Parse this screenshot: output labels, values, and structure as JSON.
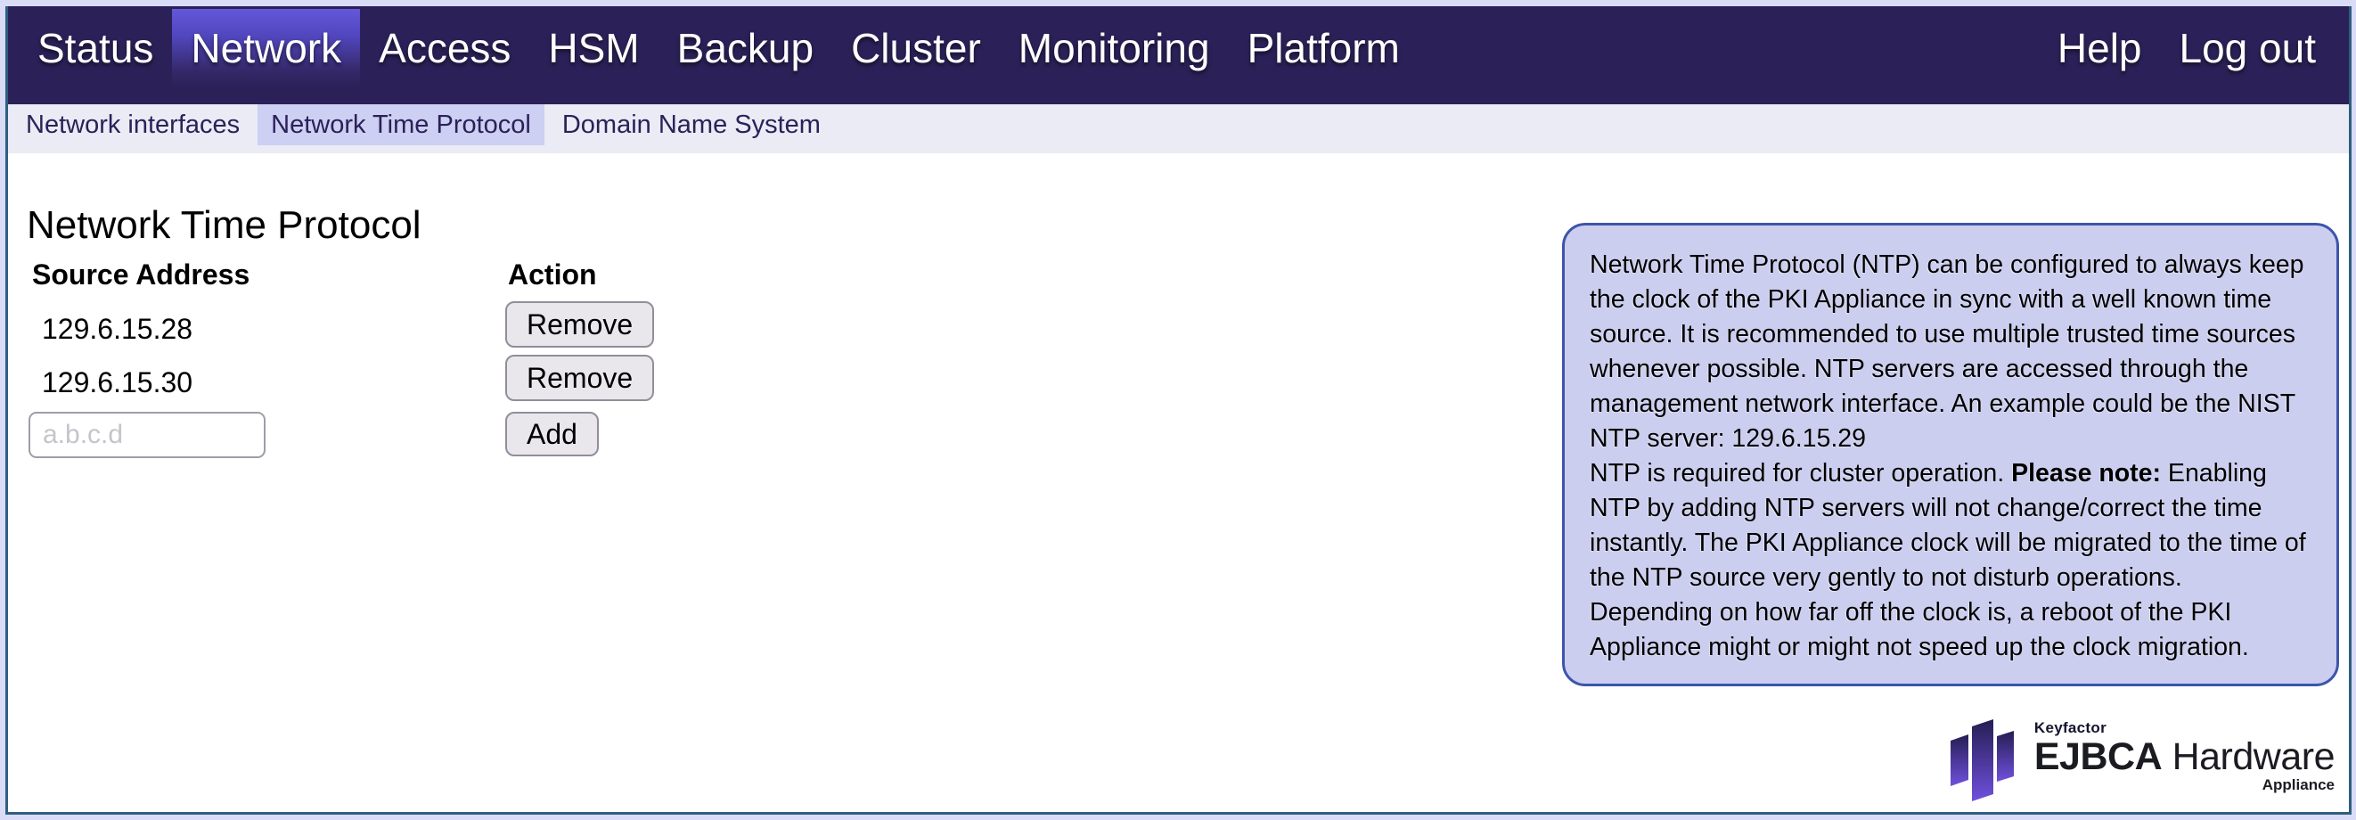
{
  "nav": {
    "items": [
      {
        "label": "Status"
      },
      {
        "label": "Network"
      },
      {
        "label": "Access"
      },
      {
        "label": "HSM"
      },
      {
        "label": "Backup"
      },
      {
        "label": "Cluster"
      },
      {
        "label": "Monitoring"
      },
      {
        "label": "Platform"
      }
    ],
    "help_label": "Help",
    "logout_label": "Log out",
    "active_item": "Network"
  },
  "subnav": {
    "tabs": [
      {
        "label": "Network interfaces"
      },
      {
        "label": "Network Time Protocol"
      },
      {
        "label": "Domain Name System"
      }
    ],
    "active_tab": "Network Time Protocol"
  },
  "main": {
    "title": "Network Time Protocol",
    "table": {
      "source_header": "Source Address",
      "action_header": "Action",
      "rows": [
        {
          "address": "129.6.15.28",
          "action_label": "Remove"
        },
        {
          "address": "129.6.15.30",
          "action_label": "Remove"
        }
      ],
      "add_row": {
        "value": "",
        "placeholder": "a.b.c.d",
        "action_label": "Add"
      }
    }
  },
  "info_box": {
    "p1": "Network Time Protocol (NTP) can be configured to always keep the clock of the PKI Appliance in sync with a well known time source. It is recommended to use multiple trusted time sources whenever possible. NTP servers are accessed through the management network interface. An example could be the NIST NTP server: 129.6.15.29",
    "p2_pre": "NTP is required for cluster operation. ",
    "p2_bold": "Please note:",
    "p2_post": " Enabling NTP by adding NTP servers will not change/correct the time instantly. The PKI Appliance clock will be migrated to the time of the NTP source very gently to not disturb operations. Depending on how far off the clock is, a reboot of the PKI Appliance might or might not speed up the clock migration."
  },
  "logo": {
    "brand": "Keyfactor",
    "product_bold": "EJBCA",
    "product_regular": " Hardware",
    "sub": "Appliance"
  },
  "colors": {
    "page_bg": "#d9dbf7",
    "frame_border": "#2e5f7e",
    "nav_bg": "#2b2158",
    "nav_active_top": "#6457da",
    "subnav_bg": "#eaebf5",
    "subnav_active_bg": "#cdcff3",
    "subnav_text": "#2b2158",
    "button_bg": "#e9e7ec",
    "button_border": "#918e9a",
    "info_bg": "#ccceef",
    "info_border": "#3c55ab",
    "logo_gradient_top": "#251e52",
    "logo_gradient_bottom": "#7050de"
  }
}
